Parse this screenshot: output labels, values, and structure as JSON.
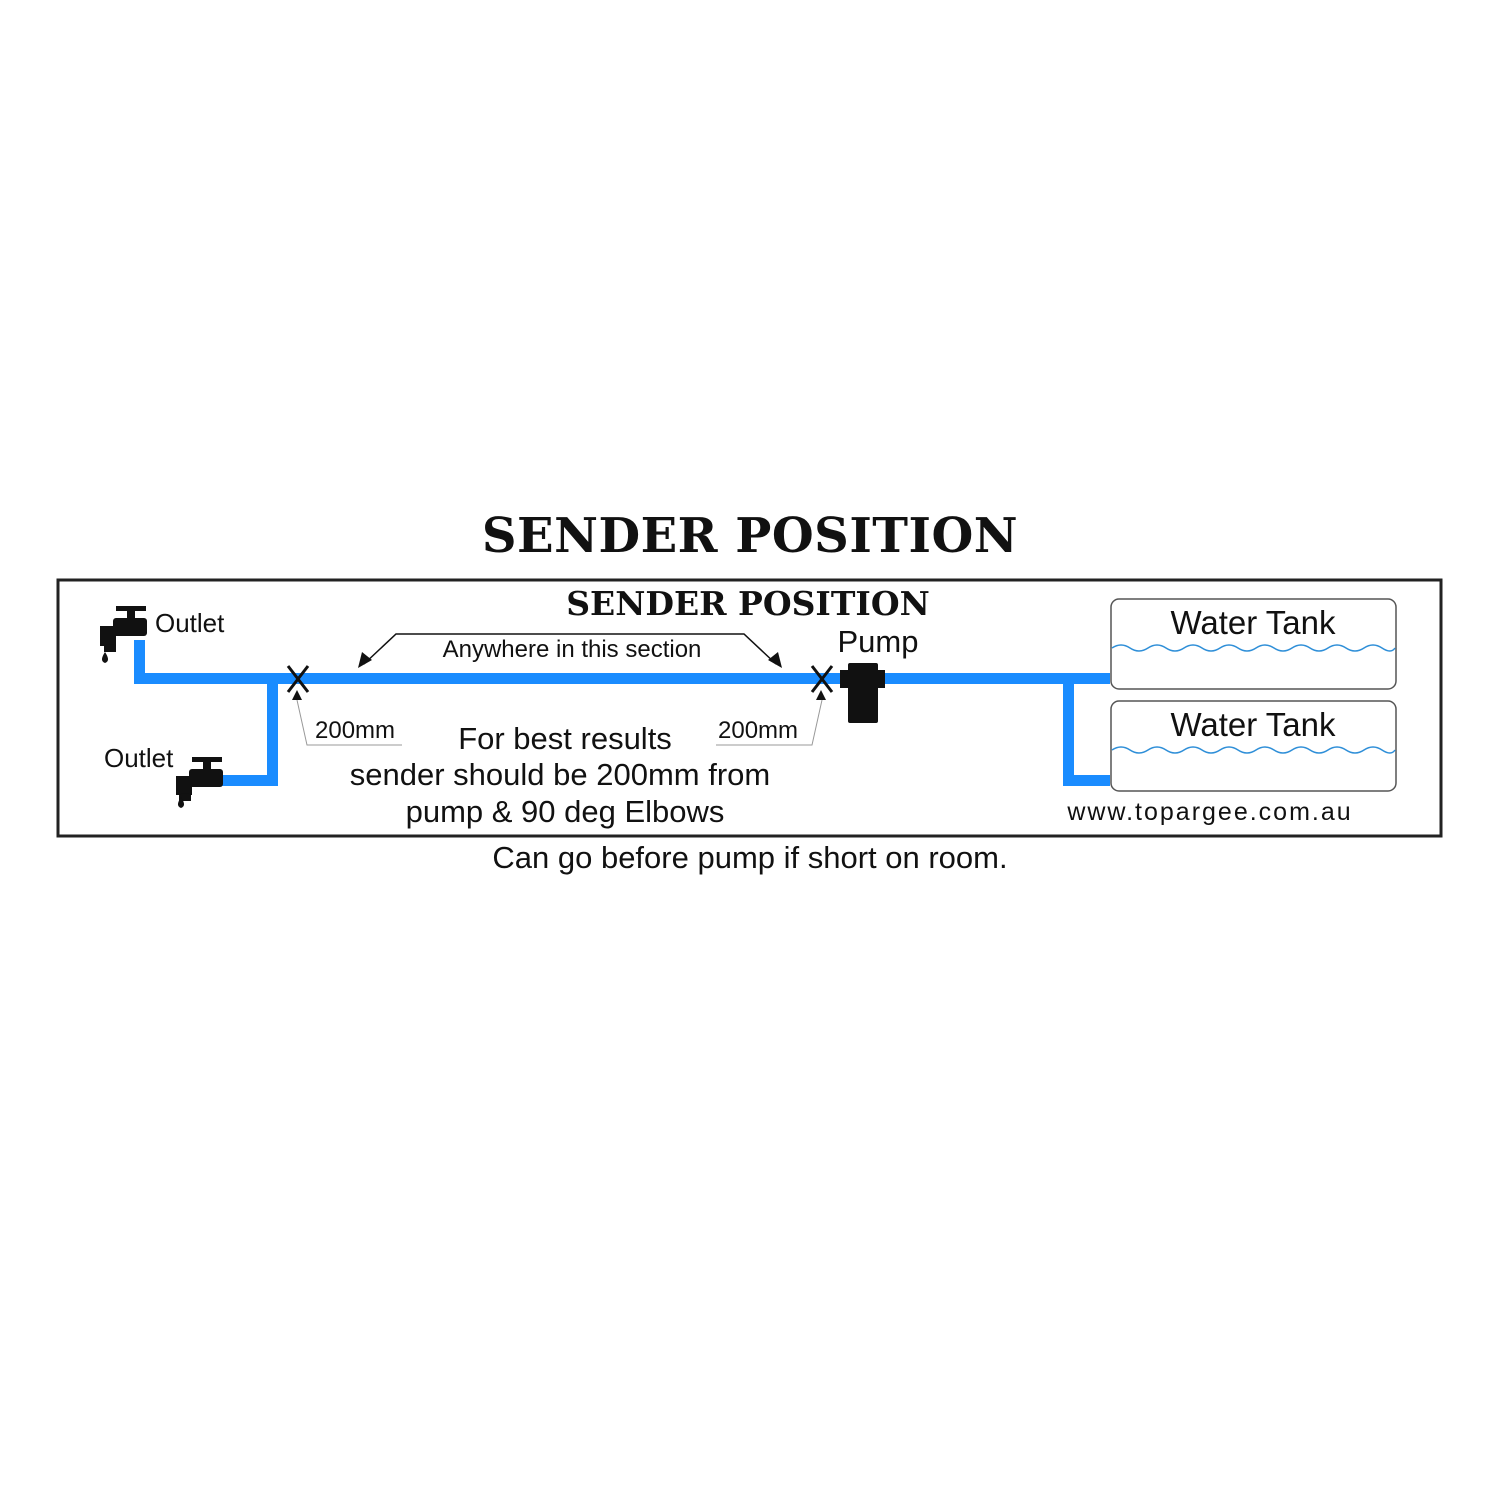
{
  "page_title": "SENDER POSITION",
  "panel": {
    "title": "SENDER POSITION",
    "outlet_top_label": "Outlet",
    "outlet_bottom_label": "Outlet",
    "section_label": "Anywhere in this section",
    "pump_label": "Pump",
    "distance_left_label": "200mm",
    "distance_right_label": "200mm",
    "note_lines": [
      "For best results",
      "sender should be 200mm from",
      "pump & 90 deg Elbows"
    ],
    "tank_top_label": "Water Tank",
    "tank_bottom_label": "Water Tank",
    "website": "www.topargee.com.au"
  },
  "caption": "Can go before pump if short on room.",
  "colors": {
    "pipe": "#1a8cff",
    "wave": "#2f8fd8",
    "border": "#222222",
    "text": "#111111"
  },
  "icons": [
    "tap-icon",
    "water-drop-icon",
    "pump-icon",
    "sender-x-marker-icon",
    "arrow-icon"
  ]
}
